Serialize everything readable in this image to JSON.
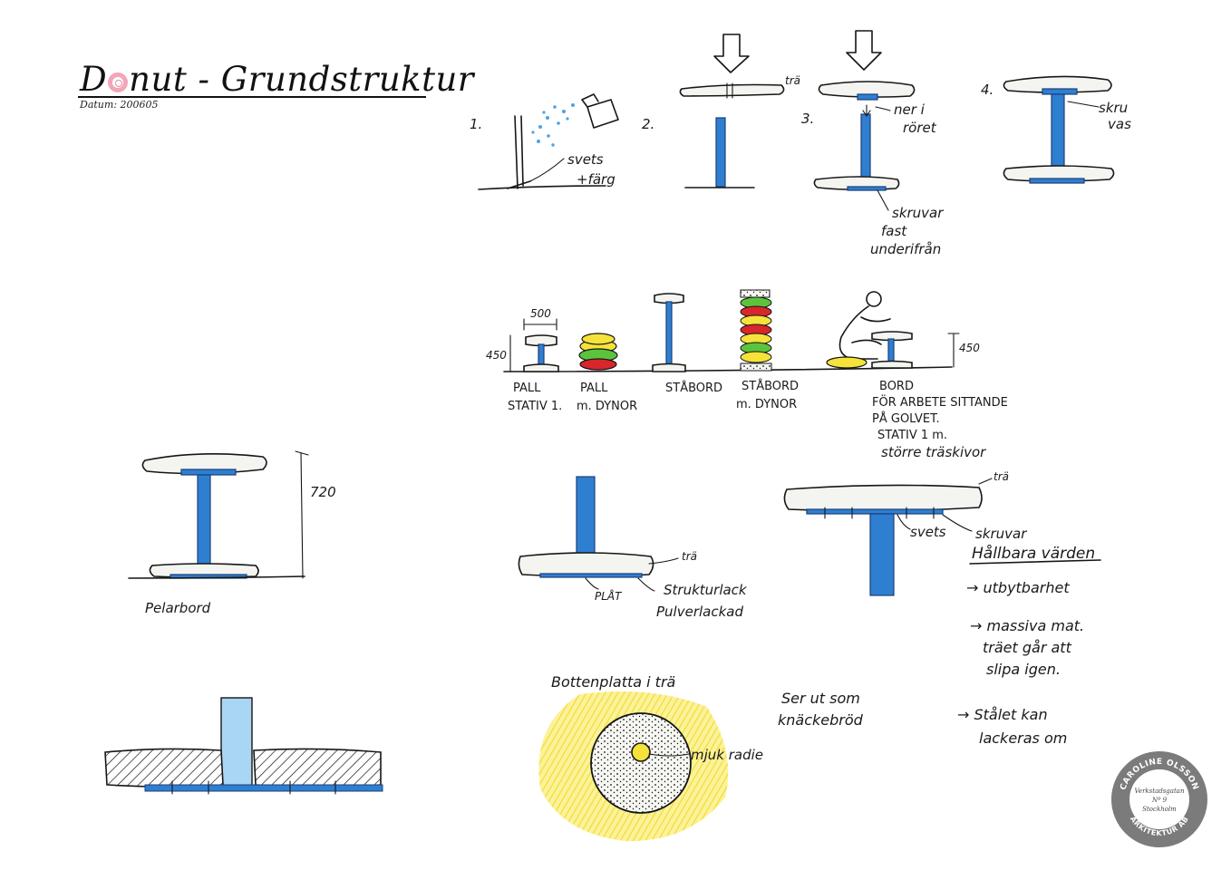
{
  "header": {
    "title_before": "D",
    "title_after": "nut - Grundstruktur",
    "date": "Datum: 200605"
  },
  "steps": {
    "s1_num": "1.",
    "s1_note_a": "svets",
    "s1_note_b": "+färg",
    "s2_num": "2.",
    "s2_note": "trä",
    "s3_num": "3.",
    "s3_note_a": "ner i",
    "s3_note_b": "röret",
    "s3_note_c": "skruvar",
    "s3_note_d": "fast",
    "s3_note_e": "underifrån",
    "s4_num": "4.",
    "s4_note_a": "skru",
    "s4_note_b": "vas"
  },
  "lineup": {
    "dim_500": "500",
    "dim_450_left": "450",
    "dim_450_right": "450",
    "label_pall_a": "PALL",
    "label_pall_b": "STATIV 1.",
    "label_dynor_a": "PALL",
    "label_dynor_b": "m. DYNOR",
    "label_stabord": "STÅBORD",
    "label_stabord_d_a": "STÅBORD",
    "label_stabord_d_b": "m. DYNOR",
    "label_bord_1": "BORD",
    "label_bord_2": "FÖR ARBETE SITTANDE",
    "label_bord_3": "PÅ GOLVET.",
    "label_bord_4": "STATIV 1 m.",
    "label_bord_5": "större träskivor"
  },
  "pelarbord": {
    "height": "720",
    "label": "Pelarbord"
  },
  "base_detail": {
    "wood": "trä",
    "plat": "PLÅT",
    "finish_a": "Strukturlack",
    "finish_b": "Pulverlackad"
  },
  "top_detail": {
    "wood": "trä",
    "weld": "svets",
    "screws": "skruvar"
  },
  "values": {
    "heading": "Hållbara värden",
    "item1": "→ utbytbarhet",
    "item2_a": "→ massiva mat.",
    "item2_b": "träet går att",
    "item2_c": "slipa igen.",
    "item3_a": "→ Stålet kan",
    "item3_b": "lackeras om"
  },
  "donut": {
    "heading": "Bottenplatta i trä",
    "radius_note": "mjuk radie",
    "look_a": "Ser ut som",
    "look_b": "knäckebröd"
  },
  "logo": {
    "top_text": "CAROLINE OLSSON",
    "bottom_text": "ARKITEKTUR AB",
    "addr_a": "Verkstadsgatan",
    "addr_b": "Nº 9",
    "addr_c": "Stockholm"
  },
  "colors": {
    "steel_blue": "#2f7fd0",
    "cushion_yellow": "#f5e23a",
    "cushion_red": "#d8262b",
    "cushion_green": "#5cc43c",
    "logo_grey": "#7b7b7b",
    "title_pink": "#f2a6b8"
  }
}
